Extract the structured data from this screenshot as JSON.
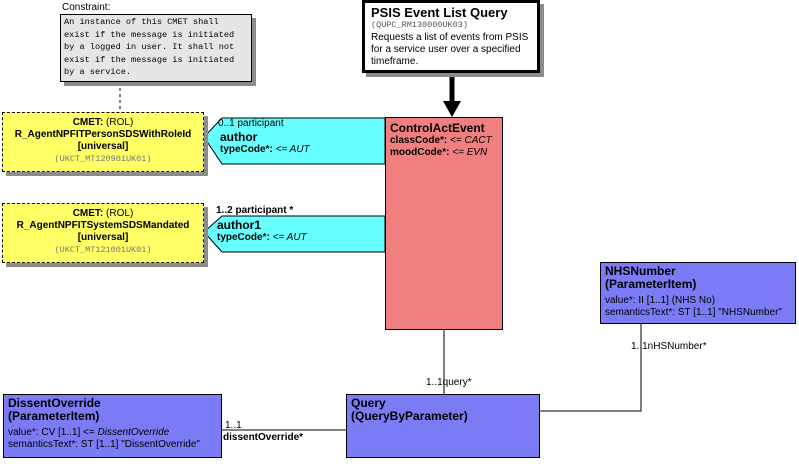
{
  "constraint": {
    "label": "Constraint:",
    "text": "An instance of this CMET shall exist if the message is initiated by a logged in user. It shall not exist if the message is initiated by a service."
  },
  "entry": {
    "title": "PSIS Event List Query",
    "code": "(QUPC_RM130000UK03)",
    "description": "Requests a list of events from PSIS for a service user over a specified timeframe."
  },
  "cmet1": {
    "prefix": "CMET:",
    "kind": "(ROL)",
    "name": "R_AgentNPFITPersonSDSWithRoleId",
    "flavor": "[universal]",
    "code": "(UKCT_MT120901UK01)"
  },
  "cmet2": {
    "prefix": "CMET:",
    "kind": "(ROL)",
    "name": "R_AgentNPFITSystemSDSMandated",
    "flavor": "[universal]",
    "code": "(UKCT_MT121001UK01)"
  },
  "author": {
    "cardinality": "0..1 participant",
    "name": "author",
    "typecode_label": "typeCode*:",
    "typecode_value": "<= AUT"
  },
  "author1": {
    "cardinality": "1..2 participant  *",
    "name": "author1",
    "typecode_label": "typeCode*:",
    "typecode_value": "<= AUT"
  },
  "control_act": {
    "name": "ControlActEvent",
    "class_label": "classCode*:",
    "class_value": "<= CACT",
    "mood_label": "moodCode*:",
    "mood_value": "<= EVN"
  },
  "nhs_number": {
    "title_line1": "NHSNumber",
    "title_line2": "(ParameterItem)",
    "attr1": "value*: II [1..1] (NHS No)",
    "attr2": "semanticsText*: ST [1..1] \"NHSNumber\"",
    "assoc_label": "1..1nHSNumber*"
  },
  "query": {
    "title_line1": "Query",
    "title_line2": "(QueryByParameter)",
    "assoc_label": "1..1query*"
  },
  "dissent": {
    "title_line1": "DissentOverride",
    "title_line2": "(ParameterItem)",
    "attr1_prefix": "value*: CV [1..1] <= ",
    "attr1_value": "DissentOverride",
    "attr2": "semanticsText*: ST [1..1] \"DissentOverride\"",
    "card": "1..1",
    "assoc_label": "dissentOverride*"
  },
  "colors": {
    "act": "#f08080",
    "role": "#7b7bf5",
    "cmet": "#ffff66",
    "participation": "#66ffff",
    "note": "#e6e6e6"
  }
}
